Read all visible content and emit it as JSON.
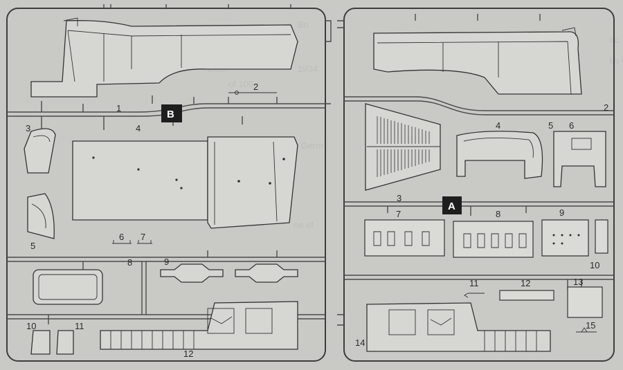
{
  "sprues": [
    {
      "letter": "B",
      "part_numbers": [
        "1",
        "2",
        "3",
        "4",
        "5",
        "6",
        "7",
        "8",
        "9",
        "10",
        "11",
        "12"
      ]
    },
    {
      "letter": "A",
      "part_numbers": [
        "2",
        "3",
        "4",
        "5",
        "6",
        "7",
        "8",
        "9",
        "10",
        "11",
        "12",
        "13",
        "14",
        "15"
      ]
    }
  ],
  "background_text_fragments": [
    "Dem",
    "1934",
    "of 100",
    "of Germ",
    "ne of",
    "6c",
    "kh ve",
    "Bo"
  ],
  "colors": {
    "paper": "#c9c9c6",
    "line": "#333333",
    "tag_fill": "#1e1e1e",
    "tag_text": "#ffffff"
  }
}
